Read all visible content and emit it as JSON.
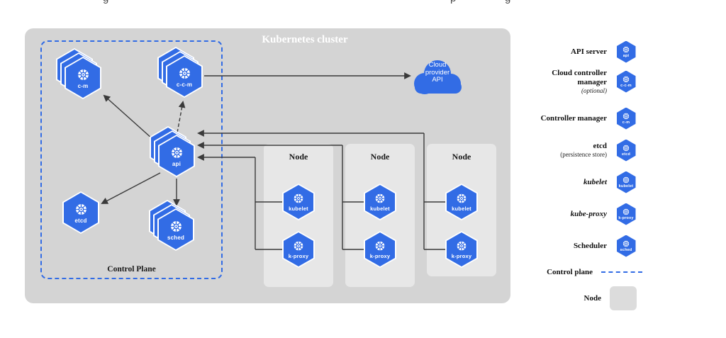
{
  "page": {
    "top_fragments": [
      "g",
      "p",
      "g"
    ]
  },
  "diagram": {
    "title": "Kubernetes cluster",
    "control_plane": {
      "label": "Control Plane"
    },
    "cloud": {
      "label": "Cloud\nprovider\nAPI"
    },
    "components": {
      "controller_manager": {
        "label": "c-m"
      },
      "cloud_controller_manager": {
        "label": "c-c-m"
      },
      "api_server": {
        "label": "api"
      },
      "etcd": {
        "label": "etcd"
      },
      "scheduler": {
        "label": "sched"
      }
    },
    "nodes": [
      {
        "title": "Node",
        "kubelet_label": "kubelet",
        "kproxy_label": "k-proxy"
      },
      {
        "title": "Node",
        "kubelet_label": "kubelet",
        "kproxy_label": "k-proxy"
      },
      {
        "title": "Node",
        "kubelet_label": "kubelet",
        "kproxy_label": "k-proxy"
      }
    ]
  },
  "legend": {
    "api_server": {
      "label": "API server",
      "icon_label": "api"
    },
    "cloud_controller_manager": {
      "label": "Cloud controller manager",
      "sub": "(optional)",
      "icon_label": "c-c-m"
    },
    "controller_manager": {
      "label": "Controller manager",
      "icon_label": "c-m"
    },
    "etcd": {
      "label": "etcd",
      "sub": "(persistence store)",
      "icon_label": "etcd"
    },
    "kubelet": {
      "label": "kubelet",
      "icon_label": "kubelet"
    },
    "kube_proxy": {
      "label": "kube-proxy",
      "icon_label": "k-proxy"
    },
    "scheduler": {
      "label": "Scheduler",
      "icon_label": "sched"
    },
    "control_plane": {
      "label": "Control plane"
    },
    "node": {
      "label": "Node"
    }
  },
  "colors": {
    "k8s_blue": "#326ce5",
    "cluster_bg": "#d4d4d4",
    "node_bg": "#e7e7e7",
    "arrow": "#3a3a3a"
  }
}
